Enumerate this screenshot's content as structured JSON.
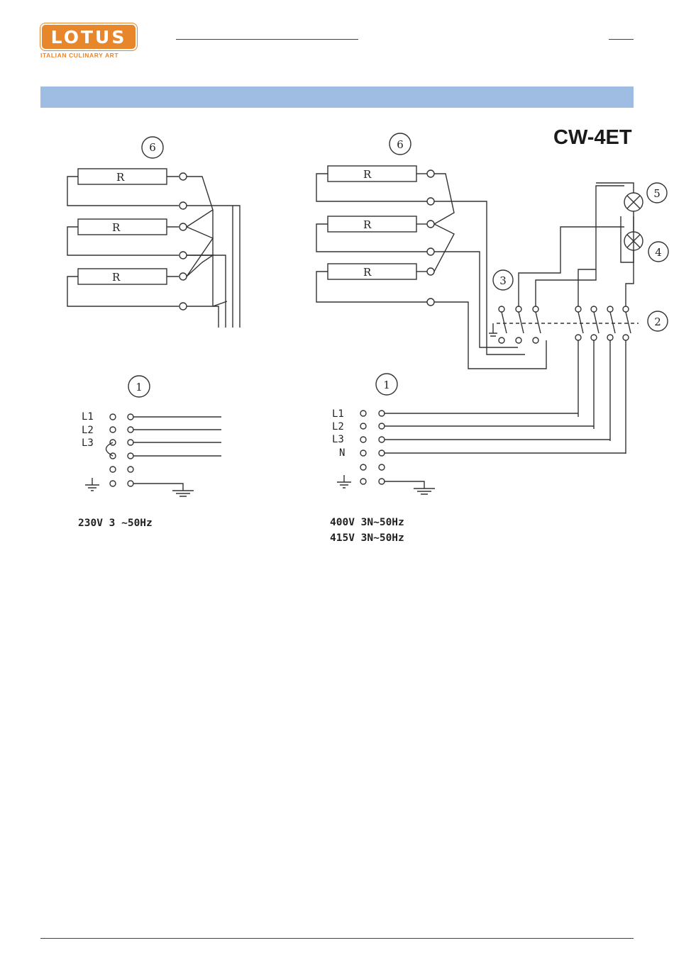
{
  "header": {
    "logo_text": "LOTUS",
    "tagline": "ITALIAN CULINARY ART",
    "band_color": "#9fbde3",
    "brand_color": "#e8862c"
  },
  "diagram": {
    "model": "CW-4ET",
    "left": {
      "resistor_label": "R",
      "terminal_block_main": "6",
      "terminal_block_supply": "1",
      "phases": [
        "L1",
        "L2",
        "L3"
      ],
      "voltage": "230V 3 ~50Hz"
    },
    "right": {
      "resistor_label": "R",
      "terminal_block_main": "6",
      "terminal_block_supply": "1",
      "switch": "3",
      "switch_block": "2",
      "lamp_a": "5",
      "lamp_b": "4",
      "phases": [
        "L1",
        "L2",
        "L3",
        "N"
      ],
      "voltage_1": "400V 3N~50Hz",
      "voltage_2": "415V 3N~50Hz"
    }
  }
}
